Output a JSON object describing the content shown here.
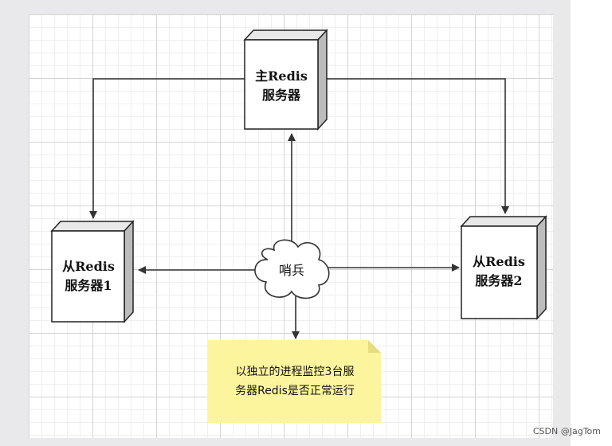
{
  "master": {
    "line1": "主Redis",
    "line2": "服务器"
  },
  "slave1": {
    "line1": "从Redis",
    "line2": "服务器1"
  },
  "slave2": {
    "line1": "从Redis",
    "line2": "服务器2"
  },
  "sentinel": {
    "label": "哨兵"
  },
  "note": {
    "line1": "以独立的进程监控3台服",
    "line2": "务器Redis是否正常运行",
    "color": "#fdf59e"
  },
  "watermark": "CSDN @JagTom"
}
